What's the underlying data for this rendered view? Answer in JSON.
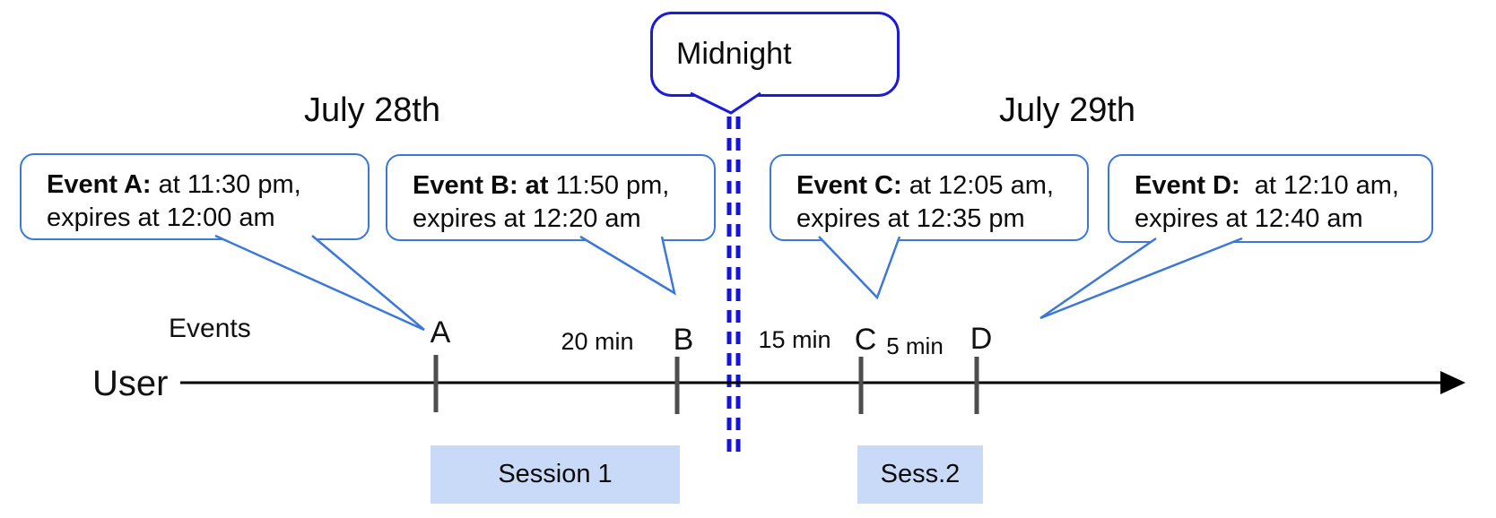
{
  "dates": {
    "left": "July 28th",
    "right": "July 29th"
  },
  "midnight": {
    "label": "Midnight"
  },
  "axis": {
    "user_label": "User",
    "events_label": "Events"
  },
  "events": [
    {
      "id": "A",
      "tick_label": "A",
      "bold": "Event A:",
      "line1_rest": " at 11:30 pm,",
      "line2": "expires at 12:00 am"
    },
    {
      "id": "B",
      "tick_label": "B",
      "bold": "Event B: at",
      "line1_rest": " 11:50 pm,",
      "line2": "expires at 12:20 am"
    },
    {
      "id": "C",
      "tick_label": "C",
      "bold": "Event C:",
      "line1_rest": " at 12:05 am,",
      "line2": "expires at 12:35 pm"
    },
    {
      "id": "D",
      "tick_label": "D",
      "bold": "Event D:",
      "line1_rest": "  at 12:10 am,",
      "line2": "expires at 12:40 am"
    }
  ],
  "intervals": [
    {
      "label": "20 min",
      "between": "A-B"
    },
    {
      "label": "15 min",
      "between": "B-C"
    },
    {
      "label": "5 min",
      "between": "C-D"
    }
  ],
  "sessions": [
    {
      "label": "Session 1"
    },
    {
      "label": "Sess.2"
    }
  ],
  "colors": {
    "event_bubble_border": "#3c78d8",
    "midnight_border": "#1b1bd8",
    "midnight_dash": "#1414dd",
    "session_fill": "#c9daf8",
    "timeline": "#000000",
    "tick": "#4d4d4d"
  }
}
